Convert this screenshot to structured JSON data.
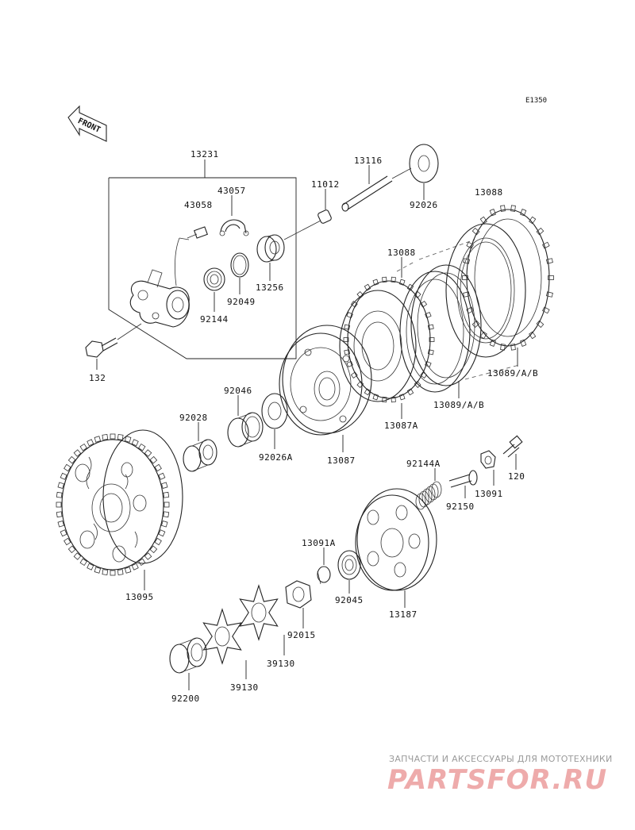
{
  "diagram_code": "E1350",
  "front_label": "FRONT",
  "parts": {
    "p13231": "13231",
    "p43057": "43057",
    "p43058": "43058",
    "p11012": "11012",
    "p13116": "13116",
    "p92026": "92026",
    "p13088a": "13088",
    "p13088b": "13088",
    "p13256": "13256",
    "p92049": "92049",
    "p92144": "92144",
    "p132": "132",
    "p13089a": "13089/A/B",
    "p13089b": "13089/A/B",
    "p13087A": "13087A",
    "p13087": "13087",
    "p92046": "92046",
    "p92028": "92028",
    "p92026A": "92026A",
    "p92144A": "92144A",
    "p120": "120",
    "p13091": "13091",
    "p92150": "92150",
    "p13091A": "13091A",
    "p92045": "92045",
    "p13187": "13187",
    "p13095": "13095",
    "p92015": "92015",
    "p39130a": "39130",
    "p39130b": "39130",
    "p92200": "92200"
  },
  "watermark": {
    "tagline": "ЗАПЧАСТИ И АКСЕССУАРЫ ДЛЯ МОТОТЕХНИКИ",
    "brand": "PARTSFOR.RU"
  }
}
